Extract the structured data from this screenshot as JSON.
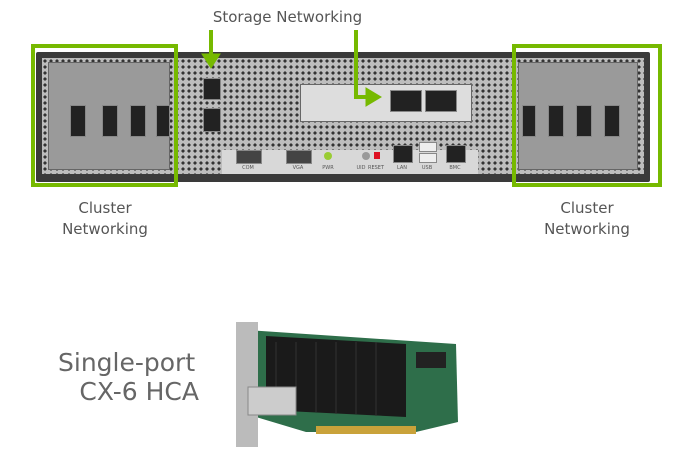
{
  "labels": {
    "storage": "Storage Networking",
    "cluster_left": [
      "Cluster",
      "Networking"
    ],
    "cluster_right": [
      "Cluster",
      "Networking"
    ],
    "hca": [
      "Single-port",
      "CX-6 HCA"
    ]
  },
  "panel_labels": [
    "COM",
    "VGA",
    "PWR",
    "UID",
    "RESET",
    "LAN",
    "USB",
    "BMC"
  ],
  "colors": {
    "accent": "#76b900",
    "text": "#555555"
  }
}
